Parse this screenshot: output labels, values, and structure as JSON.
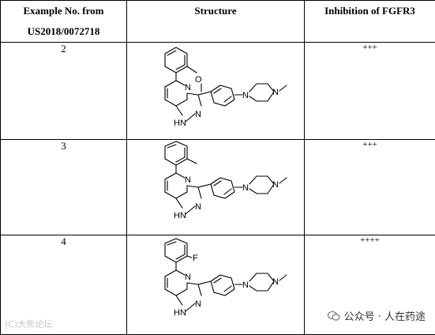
{
  "table": {
    "headers": {
      "example_line1": "Example No. from",
      "example_line2": "US2018/0072718",
      "structure": "Structure",
      "inhibition": "Inhibition of FGFR3"
    },
    "rows": [
      {
        "example": "2",
        "inhibition": "+++",
        "substituent": "O"
      },
      {
        "example": "3",
        "inhibition": "+++",
        "substituent": ""
      },
      {
        "example": "4",
        "inhibition": "++++",
        "substituent": "F"
      }
    ],
    "atom_labels": {
      "pyridine_n": "N",
      "nh": "HN",
      "pyrazole_n": "N",
      "piperazine_n1": "N",
      "piperazine_n2": "N"
    }
  },
  "watermarks": {
    "left": "(C)大熊论坛",
    "right": "公众号 · 人在药途"
  }
}
